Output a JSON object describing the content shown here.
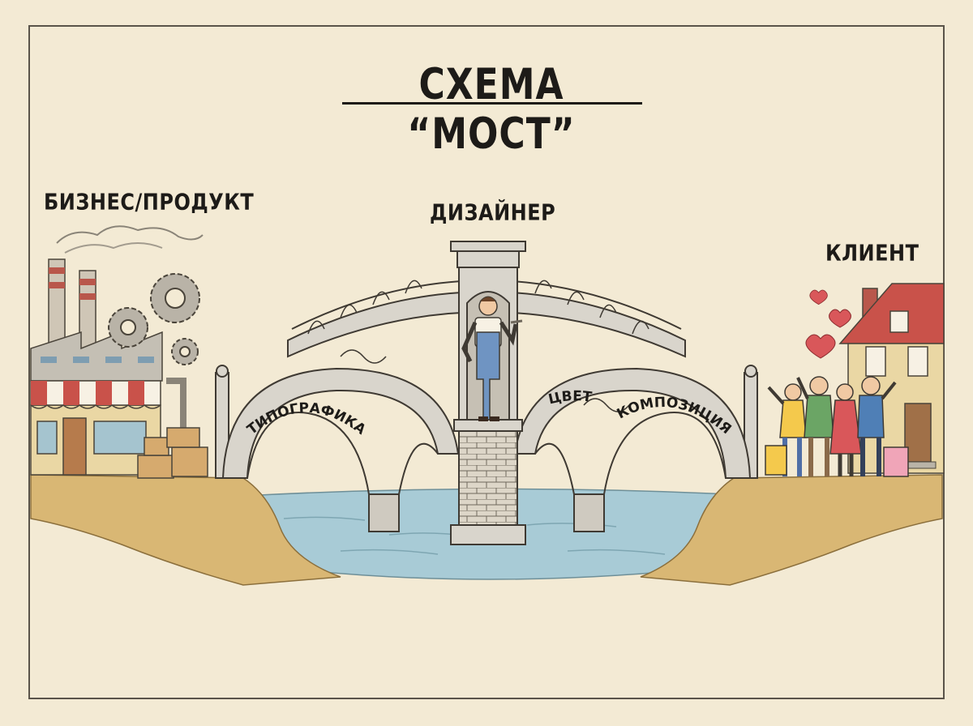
{
  "title": "СХЕМА “МОСТ”",
  "labels": {
    "business": "БИЗНЕС/ПРОДУКТ",
    "designer": "ДИЗАЙНЕР",
    "client": "КЛИЕНТ"
  },
  "arches": {
    "typography": "ТИПОГРАФИКА",
    "color": "ЦВЕТ",
    "composition": "КОМПОЗИЦИЯ"
  },
  "colors": {
    "paper": "#f3ead4",
    "ink": "#1d1b18",
    "stone": "#d9d5cc",
    "water": "#a8cbd6",
    "ground": "#d9b774",
    "roof": "#c9524a"
  }
}
